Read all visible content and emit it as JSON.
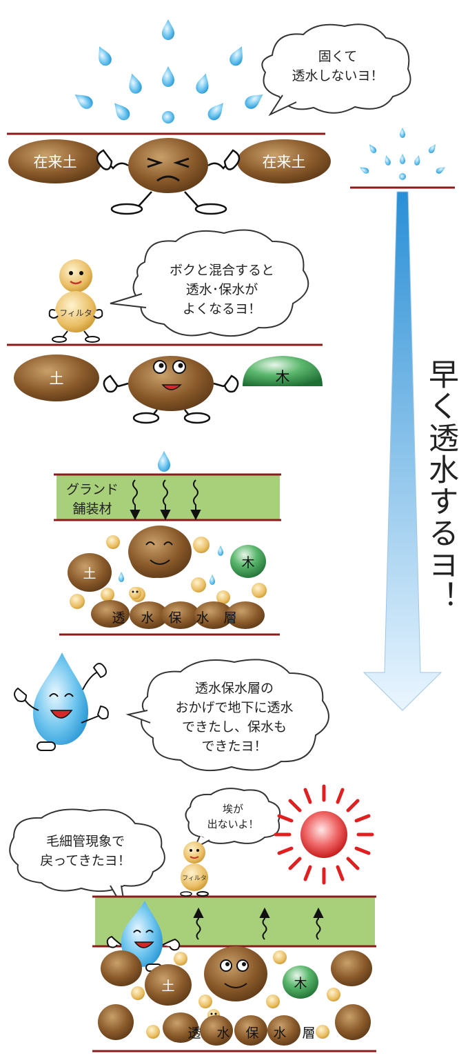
{
  "scene1": {
    "bubble_line1": "固くて",
    "bubble_line2": "透水しないヨ！",
    "soil_left": "在来土",
    "soil_right": "在来土"
  },
  "scene2": {
    "filter_label": "フィルタ",
    "bubble_line1": "ボクと混合すると",
    "bubble_line2": "透水･保水が",
    "bubble_line3": "よくなるヨ！",
    "soil_left": "土",
    "wood_right": "木"
  },
  "scene3": {
    "pavement_line1": "グランド",
    "pavement_line2": "舗装材",
    "soil_label": "土",
    "wood_label": "木",
    "layer_chars": [
      "透",
      "水",
      "保",
      "水",
      "層"
    ]
  },
  "scene4": {
    "bubble_line1": "透水保水層の",
    "bubble_line2": "おかげで地下に透水",
    "bubble_line3": "できたし、保水も",
    "bubble_line4": "できたヨ！"
  },
  "scene5": {
    "bubble_left_line1": "毛細管現象で",
    "bubble_left_line2": "戻ってきたヨ！",
    "bubble_small_line1": "埃が",
    "bubble_small_line2": "出ないよ！",
    "filter_label": "フィルタ",
    "soil_label": "土",
    "wood_label": "木",
    "layer_chars": [
      "透",
      "水",
      "保",
      "水",
      "層"
    ]
  },
  "side": {
    "vertical_text": "早く透水するヨ！"
  },
  "colors": {
    "soil": "#8a5a2b",
    "wood": "#2f8f45",
    "pavement": "#a8cf7a",
    "line": "#8b1a1a",
    "drop": "#3aa6e0",
    "sun": "#e02020"
  }
}
